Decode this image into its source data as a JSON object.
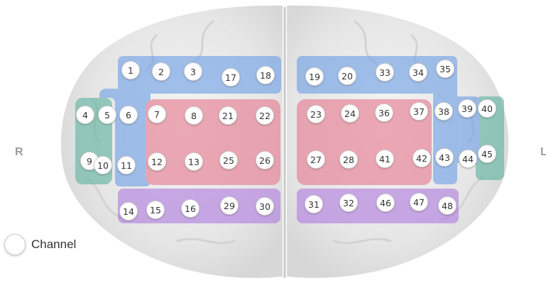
{
  "side_labels": {
    "right": "R",
    "left": "L"
  },
  "legend": {
    "label": "Channel"
  },
  "colors": {
    "blue_region": "#6f9fe6",
    "pink_region": "#e67a8e",
    "purple_region": "#b07ee0",
    "teal_region": "#5fb3a0",
    "brain": "#e9e9e9"
  },
  "channels": [
    "1",
    "2",
    "3",
    "4",
    "5",
    "6",
    "7",
    "8",
    "9",
    "10",
    "11",
    "12",
    "13",
    "14",
    "15",
    "16",
    "17",
    "18",
    "19",
    "20",
    "21",
    "22",
    "23",
    "24",
    "25",
    "26",
    "27",
    "28",
    "29",
    "30",
    "31",
    "32",
    "33",
    "34",
    "35",
    "36",
    "37",
    "38",
    "39",
    "40",
    "41",
    "42",
    "43",
    "44",
    "45",
    "46",
    "47",
    "48"
  ]
}
